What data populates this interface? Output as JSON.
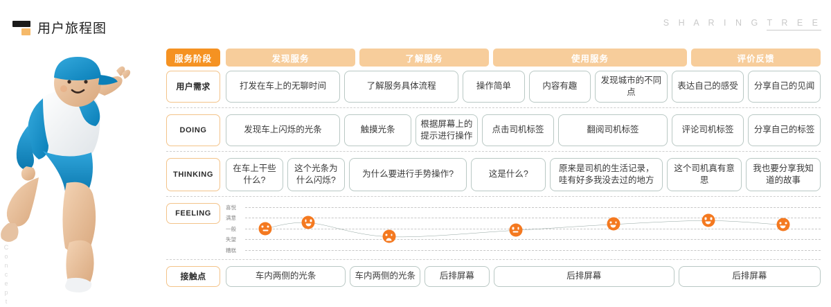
{
  "page": {
    "title": "用户旅程图",
    "brand_left": "S H A R I N G",
    "brand_right": "T R E E",
    "side_caption": "Concept"
  },
  "accent": {
    "orange": "#f59222",
    "orange_light": "#f7cd9b",
    "face": "#f47920",
    "cell_border": "#b9c8c4",
    "line": "#5f7a72"
  },
  "stages": [
    {
      "label": "发现服务",
      "span": 2
    },
    {
      "label": "了解服务",
      "span": 2
    },
    {
      "label": "使用服务",
      "span": 3
    },
    {
      "label": "评价反馈",
      "span": 2
    }
  ],
  "row_labels": {
    "stage": "服务阶段",
    "need": "用户需求",
    "doing": "DOING",
    "thinking": "THINKING",
    "feeling": "FEELING",
    "touch": "接触点"
  },
  "rows": {
    "need": [
      {
        "text": "打发在车上的无聊时间",
        "w": 2
      },
      {
        "text": "了解服务具体流程",
        "w": 2
      },
      {
        "text": "操作简单",
        "w": 1
      },
      {
        "text": "内容有趣",
        "w": 1
      },
      {
        "text": "发现城市的不同点",
        "w": 1.2
      },
      {
        "text": "表达自己的感受",
        "w": 1.2
      },
      {
        "text": "分享自己的见闻",
        "w": 1.2
      }
    ],
    "doing": [
      {
        "text": "发现车上闪烁的光条",
        "w": 2
      },
      {
        "text": "触摸光条",
        "w": 1.1
      },
      {
        "text": "根据屏幕上的提示进行操作",
        "w": 1
      },
      {
        "text": "点击司机标签",
        "w": 1.2
      },
      {
        "text": "翻阅司机标签",
        "w": 1.9
      },
      {
        "text": "评论司机标签",
        "w": 1.2
      },
      {
        "text": "分享自己的标签",
        "w": 1.2
      }
    ],
    "thinking": [
      {
        "text": "在车上干些什么?",
        "w": 0.88
      },
      {
        "text": "这个光条为什么闪烁?",
        "w": 0.88
      },
      {
        "text": "为什么要进行手势操作?",
        "w": 2
      },
      {
        "text": "这是什么?",
        "w": 1.2
      },
      {
        "text": "原来是司机的生活记录，哇有好多我没去过的地方",
        "w": 1.9
      },
      {
        "text": "这个司机真有意思",
        "w": 1.2
      },
      {
        "text": "我也要分享我知道的故事",
        "w": 1.2
      }
    ],
    "touch": [
      {
        "text": "车内两侧的光条",
        "w": 2
      },
      {
        "text": "车内两侧的光条",
        "w": 1.1
      },
      {
        "text": "后排屏幕",
        "w": 1
      },
      {
        "text": "后排屏幕",
        "w": 3.1
      },
      {
        "text": "后排屏幕",
        "w": 2.4
      }
    ]
  },
  "chart_data": {
    "type": "line",
    "title": "FEELING",
    "ylabel": "",
    "xlabel": "",
    "grid": true,
    "legend": false,
    "y_ticks": [
      "喜悦",
      "满意",
      "一般",
      "失望",
      "糟糕"
    ],
    "ylim": [
      1,
      5
    ],
    "points": [
      {
        "x": 3.5,
        "y": 3.0,
        "mood": "neutral"
      },
      {
        "x": 11.0,
        "y": 3.55,
        "mood": "happy"
      },
      {
        "x": 25.0,
        "y": 2.25,
        "mood": "sad"
      },
      {
        "x": 47.0,
        "y": 2.85,
        "mood": "neutral"
      },
      {
        "x": 64.0,
        "y": 3.4,
        "mood": "happy"
      },
      {
        "x": 80.5,
        "y": 3.75,
        "mood": "happy"
      },
      {
        "x": 93.5,
        "y": 3.35,
        "mood": "happy"
      }
    ]
  }
}
